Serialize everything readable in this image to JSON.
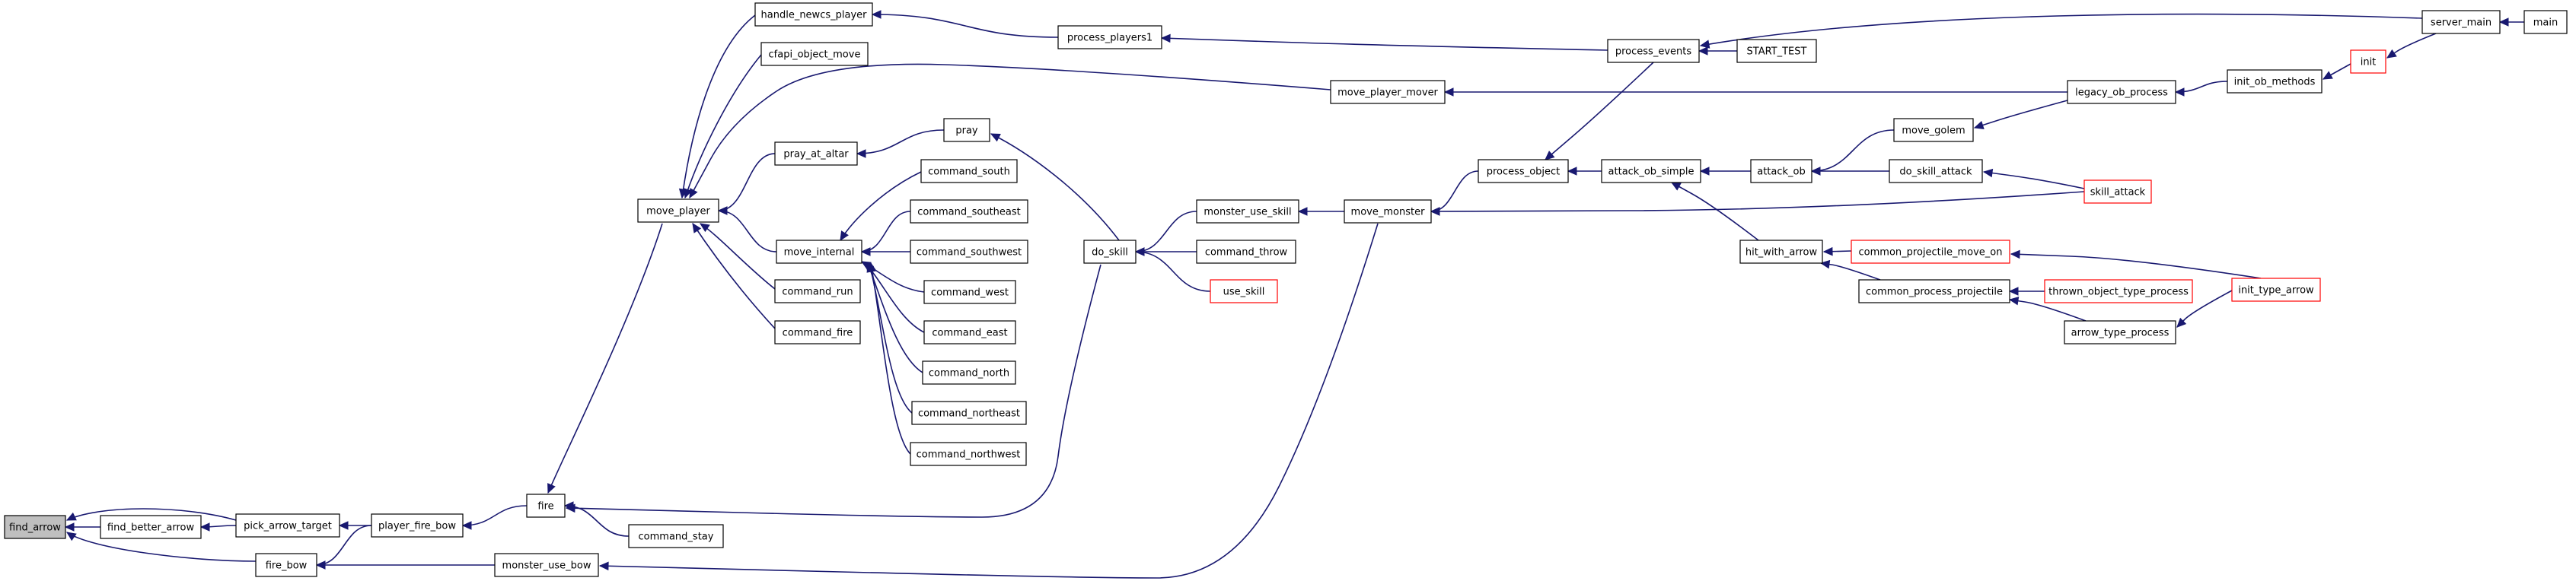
{
  "diagram": {
    "type": "call-graph",
    "colors": {
      "edge": "#191970",
      "root_fill": "#bfbfbf",
      "node_border": "#000000",
      "truncated_border": "#ff0000"
    },
    "nodes": [
      {
        "id": "find_arrow",
        "label": "find_arrow",
        "root": true
      },
      {
        "id": "find_better_arrow",
        "label": "find_better_arrow"
      },
      {
        "id": "pick_arrow_target",
        "label": "pick_arrow_target"
      },
      {
        "id": "fire_bow",
        "label": "fire_bow"
      },
      {
        "id": "player_fire_bow",
        "label": "player_fire_bow"
      },
      {
        "id": "fire",
        "label": "fire"
      },
      {
        "id": "monster_use_bow",
        "label": "monster_use_bow"
      },
      {
        "id": "command_stay",
        "label": "command_stay"
      },
      {
        "id": "move_player",
        "label": "move_player"
      },
      {
        "id": "handle_newcs_player",
        "label": "handle_newcs_player"
      },
      {
        "id": "cfapi_object_move",
        "label": "cfapi_object_move"
      },
      {
        "id": "pray_at_altar",
        "label": "pray_at_altar"
      },
      {
        "id": "move_internal",
        "label": "move_internal"
      },
      {
        "id": "command_run",
        "label": "command_run"
      },
      {
        "id": "command_fire",
        "label": "command_fire"
      },
      {
        "id": "pray",
        "label": "pray"
      },
      {
        "id": "command_south",
        "label": "command_south"
      },
      {
        "id": "command_southeast",
        "label": "command_southeast"
      },
      {
        "id": "command_southwest",
        "label": "command_southwest"
      },
      {
        "id": "command_west",
        "label": "command_west"
      },
      {
        "id": "command_east",
        "label": "command_east"
      },
      {
        "id": "command_north",
        "label": "command_north"
      },
      {
        "id": "command_northeast",
        "label": "command_northeast"
      },
      {
        "id": "command_northwest",
        "label": "command_northwest"
      },
      {
        "id": "process_players1",
        "label": "process_players1"
      },
      {
        "id": "move_player_mover",
        "label": "move_player_mover"
      },
      {
        "id": "do_skill",
        "label": "do_skill"
      },
      {
        "id": "monster_use_skill",
        "label": "monster_use_skill"
      },
      {
        "id": "command_throw",
        "label": "command_throw"
      },
      {
        "id": "use_skill",
        "label": "use_skill",
        "truncated": true
      },
      {
        "id": "move_monster",
        "label": "move_monster"
      },
      {
        "id": "process_object",
        "label": "process_object"
      },
      {
        "id": "process_events",
        "label": "process_events"
      },
      {
        "id": "START_TEST",
        "label": "START_TEST"
      },
      {
        "id": "attack_ob_simple",
        "label": "attack_ob_simple"
      },
      {
        "id": "attack_ob",
        "label": "attack_ob"
      },
      {
        "id": "hit_with_arrow",
        "label": "hit_with_arrow"
      },
      {
        "id": "move_golem",
        "label": "move_golem"
      },
      {
        "id": "do_skill_attack",
        "label": "do_skill_attack"
      },
      {
        "id": "common_projectile_move_on",
        "label": "common_projectile_move_on",
        "truncated": true
      },
      {
        "id": "common_process_projectile",
        "label": "common_process_projectile"
      },
      {
        "id": "thrown_object_type_process",
        "label": "thrown_object_type_process",
        "truncated": true
      },
      {
        "id": "arrow_type_process",
        "label": "arrow_type_process"
      },
      {
        "id": "legacy_ob_process",
        "label": "legacy_ob_process"
      },
      {
        "id": "init_ob_methods",
        "label": "init_ob_methods"
      },
      {
        "id": "skill_attack",
        "label": "skill_attack",
        "truncated": true
      },
      {
        "id": "init_type_arrow",
        "label": "init_type_arrow",
        "truncated": true
      },
      {
        "id": "init",
        "label": "init",
        "truncated": true
      },
      {
        "id": "server_main",
        "label": "server_main"
      },
      {
        "id": "main",
        "label": "main"
      }
    ],
    "edges": [
      [
        "find_better_arrow",
        "find_arrow"
      ],
      [
        "pick_arrow_target",
        "find_arrow"
      ],
      [
        "fire_bow",
        "find_arrow"
      ],
      [
        "pick_arrow_target",
        "find_better_arrow"
      ],
      [
        "player_fire_bow",
        "pick_arrow_target"
      ],
      [
        "player_fire_bow",
        "fire_bow"
      ],
      [
        "monster_use_bow",
        "fire_bow"
      ],
      [
        "fire",
        "player_fire_bow"
      ],
      [
        "command_stay",
        "fire"
      ],
      [
        "move_player",
        "fire"
      ],
      [
        "move_monster",
        "monster_use_bow"
      ],
      [
        "handle_newcs_player",
        "move_player"
      ],
      [
        "cfapi_object_move",
        "move_player"
      ],
      [
        "move_player_mover",
        "move_player"
      ],
      [
        "pray_at_altar",
        "move_player"
      ],
      [
        "move_internal",
        "move_player"
      ],
      [
        "command_run",
        "move_player"
      ],
      [
        "command_fire",
        "move_player"
      ],
      [
        "process_players1",
        "handle_newcs_player"
      ],
      [
        "pray",
        "pray_at_altar"
      ],
      [
        "command_south",
        "move_internal"
      ],
      [
        "command_southeast",
        "move_internal"
      ],
      [
        "command_southwest",
        "move_internal"
      ],
      [
        "command_west",
        "move_internal"
      ],
      [
        "command_east",
        "move_internal"
      ],
      [
        "command_north",
        "move_internal"
      ],
      [
        "command_northeast",
        "move_internal"
      ],
      [
        "command_northwest",
        "move_internal"
      ],
      [
        "do_skill",
        "pray"
      ],
      [
        "do_skill",
        "fire"
      ],
      [
        "monster_use_skill",
        "do_skill"
      ],
      [
        "command_throw",
        "do_skill"
      ],
      [
        "use_skill",
        "do_skill"
      ],
      [
        "move_monster",
        "monster_use_skill"
      ],
      [
        "process_object",
        "move_monster"
      ],
      [
        "skill_attack",
        "move_monster"
      ],
      [
        "process_events",
        "process_players1"
      ],
      [
        "legacy_ob_process",
        "move_player_mover"
      ],
      [
        "process_events",
        "process_object"
      ],
      [
        "attack_ob_simple",
        "process_object"
      ],
      [
        "START_TEST",
        "process_events"
      ],
      [
        "server_main",
        "process_events"
      ],
      [
        "attack_ob",
        "attack_ob_simple"
      ],
      [
        "hit_with_arrow",
        "attack_ob_simple"
      ],
      [
        "move_golem",
        "attack_ob"
      ],
      [
        "do_skill_attack",
        "attack_ob"
      ],
      [
        "common_projectile_move_on",
        "hit_with_arrow"
      ],
      [
        "common_process_projectile",
        "hit_with_arrow"
      ],
      [
        "thrown_object_type_process",
        "common_process_projectile"
      ],
      [
        "arrow_type_process",
        "common_process_projectile"
      ],
      [
        "init_type_arrow",
        "common_projectile_move_on"
      ],
      [
        "init_type_arrow",
        "arrow_type_process"
      ],
      [
        "legacy_ob_process",
        "move_golem"
      ],
      [
        "skill_attack",
        "do_skill_attack"
      ],
      [
        "init_ob_methods",
        "legacy_ob_process"
      ],
      [
        "init",
        "init_ob_methods"
      ],
      [
        "server_main",
        "init"
      ],
      [
        "main",
        "server_main"
      ]
    ]
  }
}
